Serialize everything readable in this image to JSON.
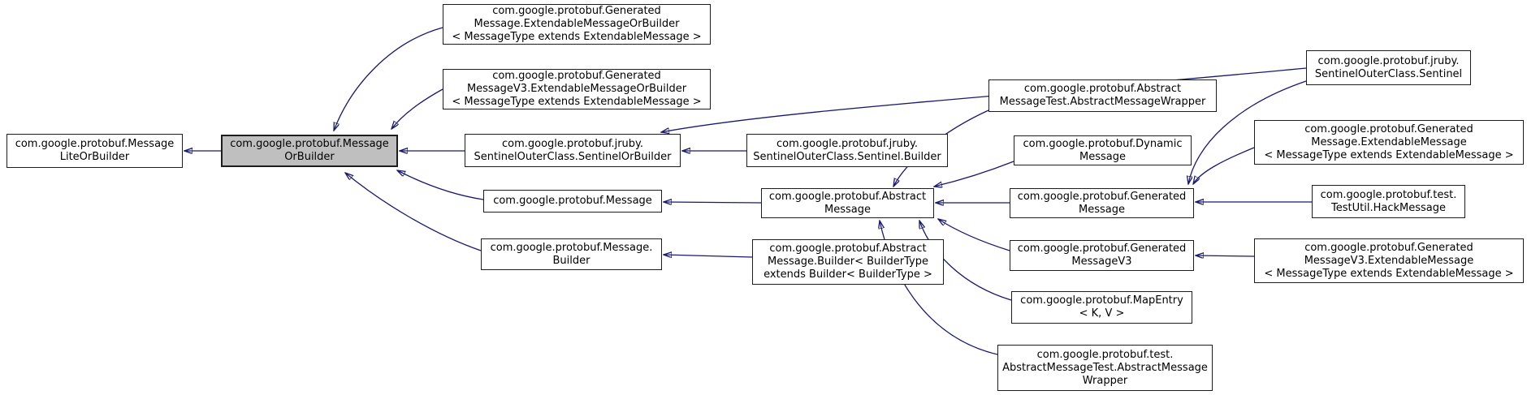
{
  "diagram_title": "Inheritance graph for com.google.protobuf.MessageOrBuilder",
  "colors": {
    "edge": "#191970",
    "highlight_fill": "#bfbfbf",
    "node_border": "#1c1c1c",
    "background": "#ffffff"
  },
  "nodes": {
    "message_lite_or_builder": {
      "label": "com.google.protobuf.Message\nLiteOrBuilder"
    },
    "message_or_builder": {
      "label": "com.google.protobuf.Message\nOrBuilder",
      "highlighted": true
    },
    "generated_message_extendable_message_or_builder": {
      "label": "com.google.protobuf.Generated\nMessage.ExtendableMessageOrBuilder\n< MessageType extends ExtendableMessage >"
    },
    "generated_message_v3_extendable_message_or_builder": {
      "label": "com.google.protobuf.Generated\nMessageV3.ExtendableMessageOrBuilder\n< MessageType extends ExtendableMessage >"
    },
    "sentinel_or_builder": {
      "label": "com.google.protobuf.jruby.\nSentinelOuterClass.SentinelOrBuilder"
    },
    "sentinel_builder": {
      "label": "com.google.protobuf.jruby.\nSentinelOuterClass.Sentinel.Builder"
    },
    "message": {
      "label": "com.google.protobuf.Message"
    },
    "abstract_message": {
      "label": "com.google.protobuf.Abstract\nMessage"
    },
    "message_builder": {
      "label": "com.google.protobuf.Message.\nBuilder"
    },
    "abstract_message_builder": {
      "label": "com.google.protobuf.Abstract\nMessage.Builder< BuilderType\nextends Builder< BuilderType >"
    },
    "abstract_message_test_wrapper": {
      "label": "com.google.protobuf.Abstract\nMessageTest.AbstractMessageWrapper"
    },
    "dynamic_message": {
      "label": "com.google.protobuf.Dynamic\nMessage"
    },
    "generated_message": {
      "label": "com.google.protobuf.Generated\nMessage"
    },
    "generated_message_v3": {
      "label": "com.google.protobuf.Generated\nMessageV3"
    },
    "map_entry": {
      "label": "com.google.protobuf.MapEntry\n< K, V >"
    },
    "test_abstract_message_test_wrapper": {
      "label": "com.google.protobuf.test.\nAbstractMessageTest.AbstractMessage\nWrapper"
    },
    "sentinel": {
      "label": "com.google.protobuf.jruby.\nSentinelOuterClass.Sentinel"
    },
    "generated_message_extendable_message": {
      "label": "com.google.protobuf.Generated\nMessage.ExtendableMessage\n< MessageType extends ExtendableMessage >"
    },
    "test_util_hack_message": {
      "label": "com.google.protobuf.test.\nTestUtil.HackMessage"
    },
    "generated_message_v3_extendable_message": {
      "label": "com.google.protobuf.Generated\nMessageV3.ExtendableMessage\n< MessageType extends ExtendableMessage >"
    }
  },
  "edges": [
    {
      "from": "message_or_builder",
      "to": "message_lite_or_builder"
    },
    {
      "from": "generated_message_extendable_message_or_builder",
      "to": "message_or_builder"
    },
    {
      "from": "generated_message_v3_extendable_message_or_builder",
      "to": "message_or_builder"
    },
    {
      "from": "sentinel_or_builder",
      "to": "message_or_builder"
    },
    {
      "from": "message",
      "to": "message_or_builder"
    },
    {
      "from": "message_builder",
      "to": "message_or_builder"
    },
    {
      "from": "sentinel_builder",
      "to": "sentinel_or_builder"
    },
    {
      "from": "sentinel",
      "to": "sentinel_or_builder"
    },
    {
      "from": "abstract_message",
      "to": "message"
    },
    {
      "from": "abstract_message_builder",
      "to": "message_builder"
    },
    {
      "from": "abstract_message_test_wrapper",
      "to": "abstract_message"
    },
    {
      "from": "dynamic_message",
      "to": "abstract_message"
    },
    {
      "from": "generated_message",
      "to": "abstract_message"
    },
    {
      "from": "generated_message_v3",
      "to": "abstract_message"
    },
    {
      "from": "map_entry",
      "to": "abstract_message"
    },
    {
      "from": "test_abstract_message_test_wrapper",
      "to": "abstract_message"
    },
    {
      "from": "sentinel",
      "to": "generated_message"
    },
    {
      "from": "generated_message_extendable_message",
      "to": "generated_message"
    },
    {
      "from": "test_util_hack_message",
      "to": "generated_message"
    },
    {
      "from": "generated_message_v3_extendable_message",
      "to": "generated_message_v3"
    }
  ]
}
